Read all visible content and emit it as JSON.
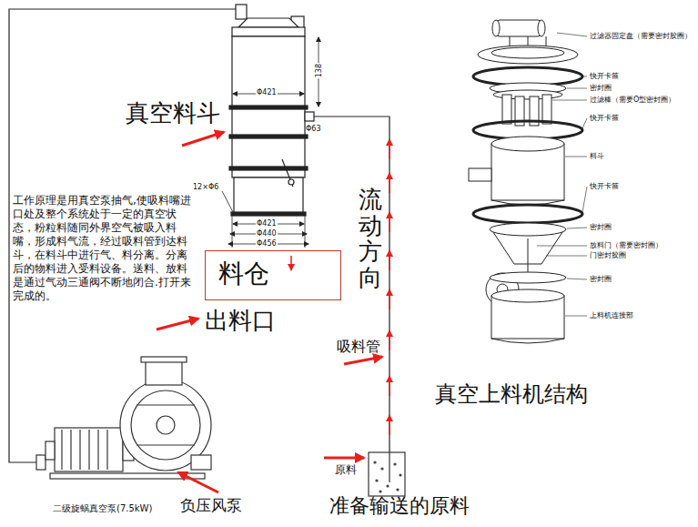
{
  "diagram": {
    "nodes": [
      {
        "text": [
          "料仓"
        ]
      }
    ],
    "labels": [
      "真空料斗",
      "工作原理是用真空泵抽气,使吸料嘴进口处及整个系统处于一定的真空状态，粉粒料随同外界空气被吸入料嘴，形成料气流，经过吸料管到达料斗，在料斗中进行气、料分离。分离后的物料进入受料设备。送料、放料是通过气动三通阀不断地闭合.打开来完成的。",
      "出料口",
      "流动方向",
      "吸料管",
      "原料",
      "准备输送的原料",
      "二级旋蜗真空泵(7.5kW)",
      "负压风泵",
      "真空上料机结构",
      "Φ421",
      "Φ421",
      "Φ440",
      "Φ456",
      "12×Φ6",
      "Φ63",
      "138",
      "过滤器固定盘（需要密封胶圈）",
      "快开卡箍",
      "密封圈",
      "过滤棒（需要O型密封圈）",
      "快开卡箍",
      "料斗",
      "快开卡箍",
      "密封圈",
      "放料门（需要密封圈）",
      "门密封胶圈",
      "密封圈",
      "上料机连接部"
    ]
  }
}
